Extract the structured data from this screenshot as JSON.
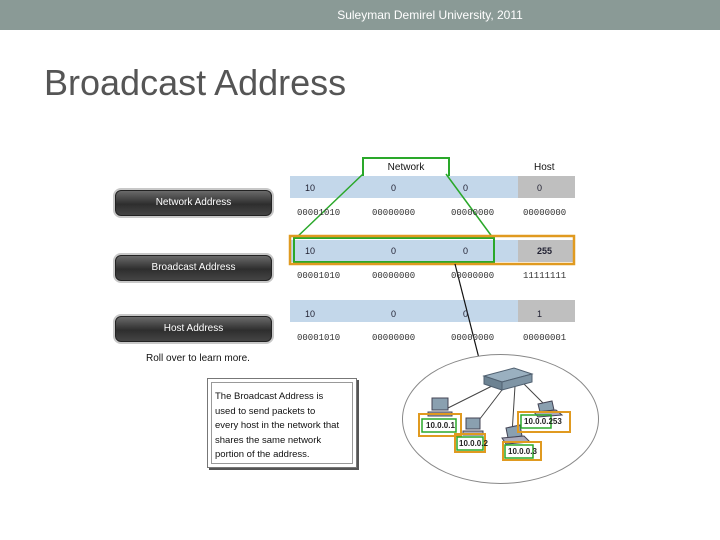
{
  "header": {
    "text": "Suleyman Demirel University, 2011"
  },
  "title": "Broadcast Address",
  "buttons": {
    "network": "Network Address",
    "broadcast": "Broadcast Address",
    "host": "Host Address"
  },
  "rollover_hint": "Roll over to learn more.",
  "table": {
    "network_label": "Network",
    "host_label": "Host",
    "rows": [
      {
        "decimal": [
          "10",
          "0",
          "0",
          "0"
        ],
        "binary": [
          "00001010",
          "00000000",
          "00000000",
          "00000000"
        ]
      },
      {
        "decimal": [
          "10",
          "0",
          "0",
          "255"
        ],
        "binary": [
          "00001010",
          "00000000",
          "00000000",
          "11111111"
        ]
      },
      {
        "decimal": [
          "10",
          "0",
          "0",
          "1"
        ],
        "binary": [
          "00001010",
          "00000000",
          "00000000",
          "00000001"
        ]
      }
    ]
  },
  "info_box": {
    "lines": [
      "The Broadcast Address is",
      "used to send packets to",
      "every host in the network that",
      "shares the same network",
      "portion of the address."
    ]
  },
  "diagram": {
    "hosts": [
      {
        "ip": "10.0.0.1"
      },
      {
        "ip": "10.0.0.2"
      },
      {
        "ip": "10.0.0.3"
      },
      {
        "ip": "10.0.0.253"
      }
    ]
  },
  "colors": {
    "topbar": "#8a9a96",
    "network_green": "#2aa82a",
    "host_orange": "#e09a20",
    "row_blue": "#c3d7ea",
    "host_gray": "#bfbfbf"
  }
}
